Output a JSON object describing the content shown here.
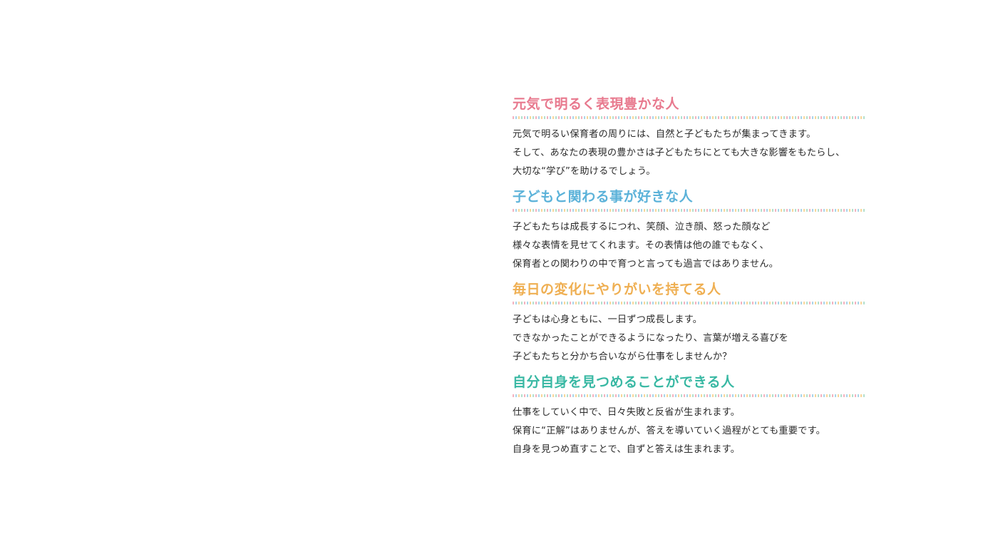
{
  "colors": {
    "heading_pink": "#e8798e",
    "heading_blue": "#5bb2d9",
    "heading_orange": "#efaf52",
    "heading_teal": "#38b8a3",
    "body_text": "#2a2a2a",
    "background": "#ffffff"
  },
  "sections": [
    {
      "heading": "元気で明るく表現豊かな人",
      "color": "#e8798e",
      "lines": [
        "元気で明るい保育者の周りには、自然と子どもたちが集まってきます。",
        "そして、あなたの表現の豊かさは子どもたちにとても大きな影響をもたらし、",
        "大切な“学び”を助けるでしょう。"
      ]
    },
    {
      "heading": "子どもと関わる事が好きな人",
      "color": "#5bb2d9",
      "lines": [
        "子どもたちは成長するにつれ、笑顔、泣き顔、怒った顔など",
        "様々な表情を見せてくれます。その表情は他の誰でもなく、",
        "保育者との関わりの中で育つと言っても過言ではありません。"
      ]
    },
    {
      "heading": "毎日の変化にやりがいを持てる人",
      "color": "#efaf52",
      "lines": [
        "子どもは心身ともに、一日ずつ成長します。",
        "できなかったことができるようになったり、言葉が増える喜びを",
        "子どもたちと分かち合いながら仕事をしませんか？"
      ]
    },
    {
      "heading": "自分自身を見つめることができる人",
      "color": "#38b8a3",
      "lines": [
        "仕事をしていく中で、日々失敗と反省が生まれます。",
        "保育に“正解”はありませんが、答えを導いていく過程がとても重要です。",
        "自身を見つめ直すことで、自ずと答えは生まれます。"
      ]
    }
  ]
}
